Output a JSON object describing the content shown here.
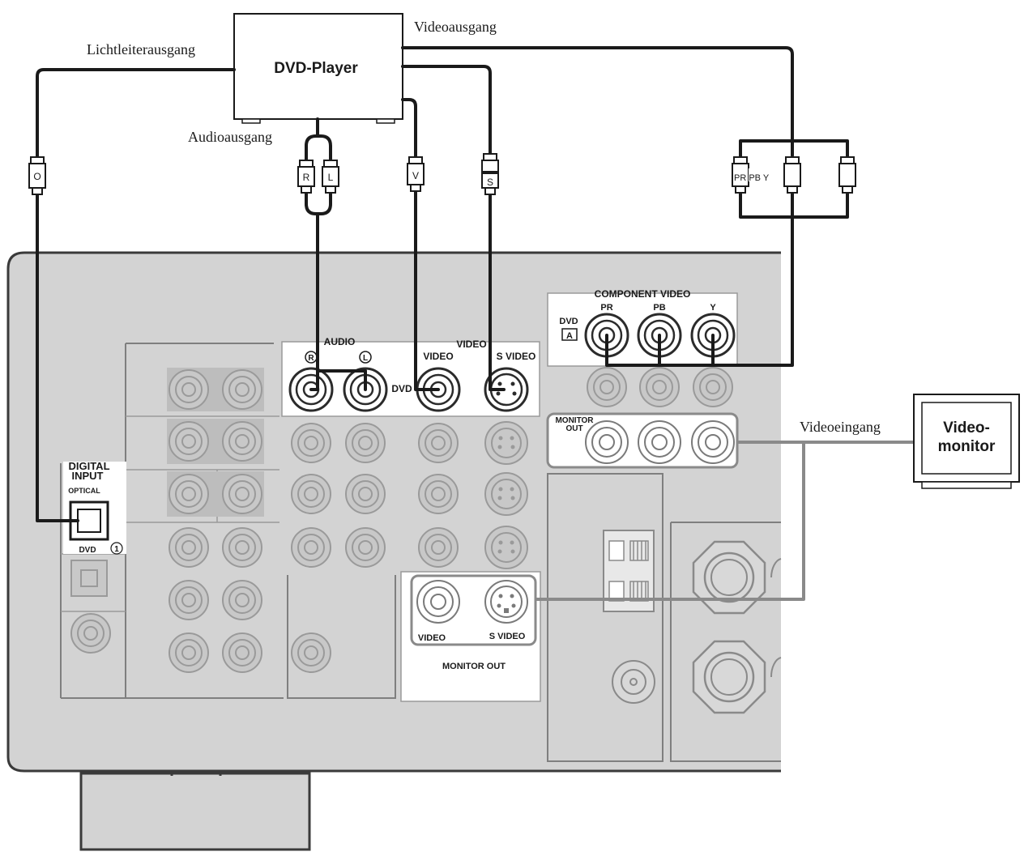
{
  "labels": {
    "player_title": "DVD-Player",
    "optical_out": "Lichtleiterausgang",
    "video_out": "Videoausgang",
    "audio_out": "Audioausgang",
    "video_in": "Videoeingang",
    "monitor_line1": "Video-",
    "monitor_line2": "monitor"
  },
  "plugs": {
    "optical": "O",
    "audio_r": "R",
    "audio_l": "L",
    "video": "V",
    "svideo": "S",
    "component": "PR PB Y"
  },
  "receiver": {
    "digital_input_line1": "DIGITAL",
    "digital_input_line2": "INPUT",
    "optical": "OPTICAL",
    "dvd_digital": "DVD",
    "dvd_digital_num": "1",
    "audio": "AUDIO",
    "audio_r": "R",
    "audio_l": "L",
    "video_group": "VIDEO",
    "video_col": "VIDEO",
    "svideo_col": "S VIDEO",
    "dvd_row": "DVD",
    "component_video": "COMPONENT VIDEO",
    "comp_pr": "PR",
    "comp_pb": "PB",
    "comp_y": "Y",
    "comp_dvd": "DVD",
    "comp_dvd_badge": "A",
    "monitor_out_line1": "MONITOR",
    "monitor_out_line2": "OUT",
    "mon_video": "VIDEO",
    "mon_svideo": "S VIDEO",
    "monitor_out": "MONITOR OUT"
  }
}
